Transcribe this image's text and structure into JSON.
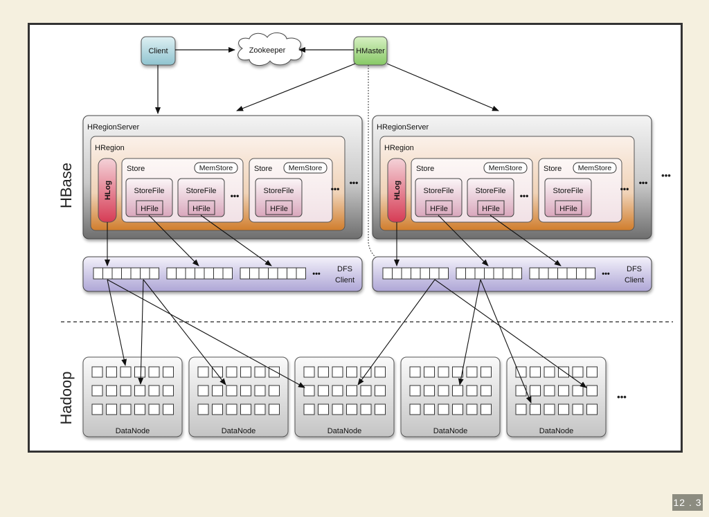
{
  "slide": {
    "number": "12 . 3"
  },
  "diagram": {
    "section_labels": {
      "hbase": "HBase",
      "hadoop": "Hadoop"
    },
    "top": {
      "client": "Client",
      "zookeeper": "Zookeeper",
      "hmaster": "HMaster"
    },
    "region_servers": [
      {
        "title": "HRegionServer",
        "region_title": "HRegion",
        "hlog": "HLog",
        "stores": [
          {
            "label": "Store",
            "memstore": "MemStore",
            "storefiles": [
              {
                "label": "StoreFile",
                "hfile": "HFile"
              },
              {
                "label": "StoreFile",
                "hfile": "HFile"
              }
            ],
            "more": "•••"
          },
          {
            "label": "Store",
            "memstore": "MemStore",
            "storefiles": [
              {
                "label": "StoreFile",
                "hfile": "HFile"
              }
            ]
          }
        ],
        "region_more": "•••",
        "server_more": "•••",
        "dfs_client": {
          "line1": "DFS",
          "line2": "Client",
          "more": "•••"
        }
      },
      {
        "title": "HRegionServer",
        "region_title": "HRegion",
        "hlog": "HLog",
        "stores": [
          {
            "label": "Store",
            "memstore": "MemStore",
            "storefiles": [
              {
                "label": "StoreFile",
                "hfile": "HFile"
              },
              {
                "label": "StoreFile",
                "hfile": "HFile"
              }
            ],
            "more": "•••"
          },
          {
            "label": "Store",
            "memstore": "MemStore",
            "storefiles": [
              {
                "label": "StoreFile",
                "hfile": "HFile"
              }
            ]
          }
        ],
        "region_more": "•••",
        "server_more": "•••",
        "dfs_client": {
          "line1": "DFS",
          "line2": "Client",
          "more": "•••"
        }
      }
    ],
    "servers_more": "•••",
    "datanodes": [
      {
        "label": "DataNode"
      },
      {
        "label": "DataNode"
      },
      {
        "label": "DataNode"
      },
      {
        "label": "DataNode"
      },
      {
        "label": "DataNode"
      }
    ],
    "datanodes_more": "•••",
    "colors": {
      "client": "#a8d4dc",
      "hmaster": "#9fd47e",
      "server_gray": "#8a8a8a",
      "region_orange": "#d9893a",
      "hlog_red": "#d84a5e",
      "dfs_purple": "#bdb6de",
      "datanode_gray": "#d9d9d9",
      "background": "#f5f0df"
    }
  }
}
